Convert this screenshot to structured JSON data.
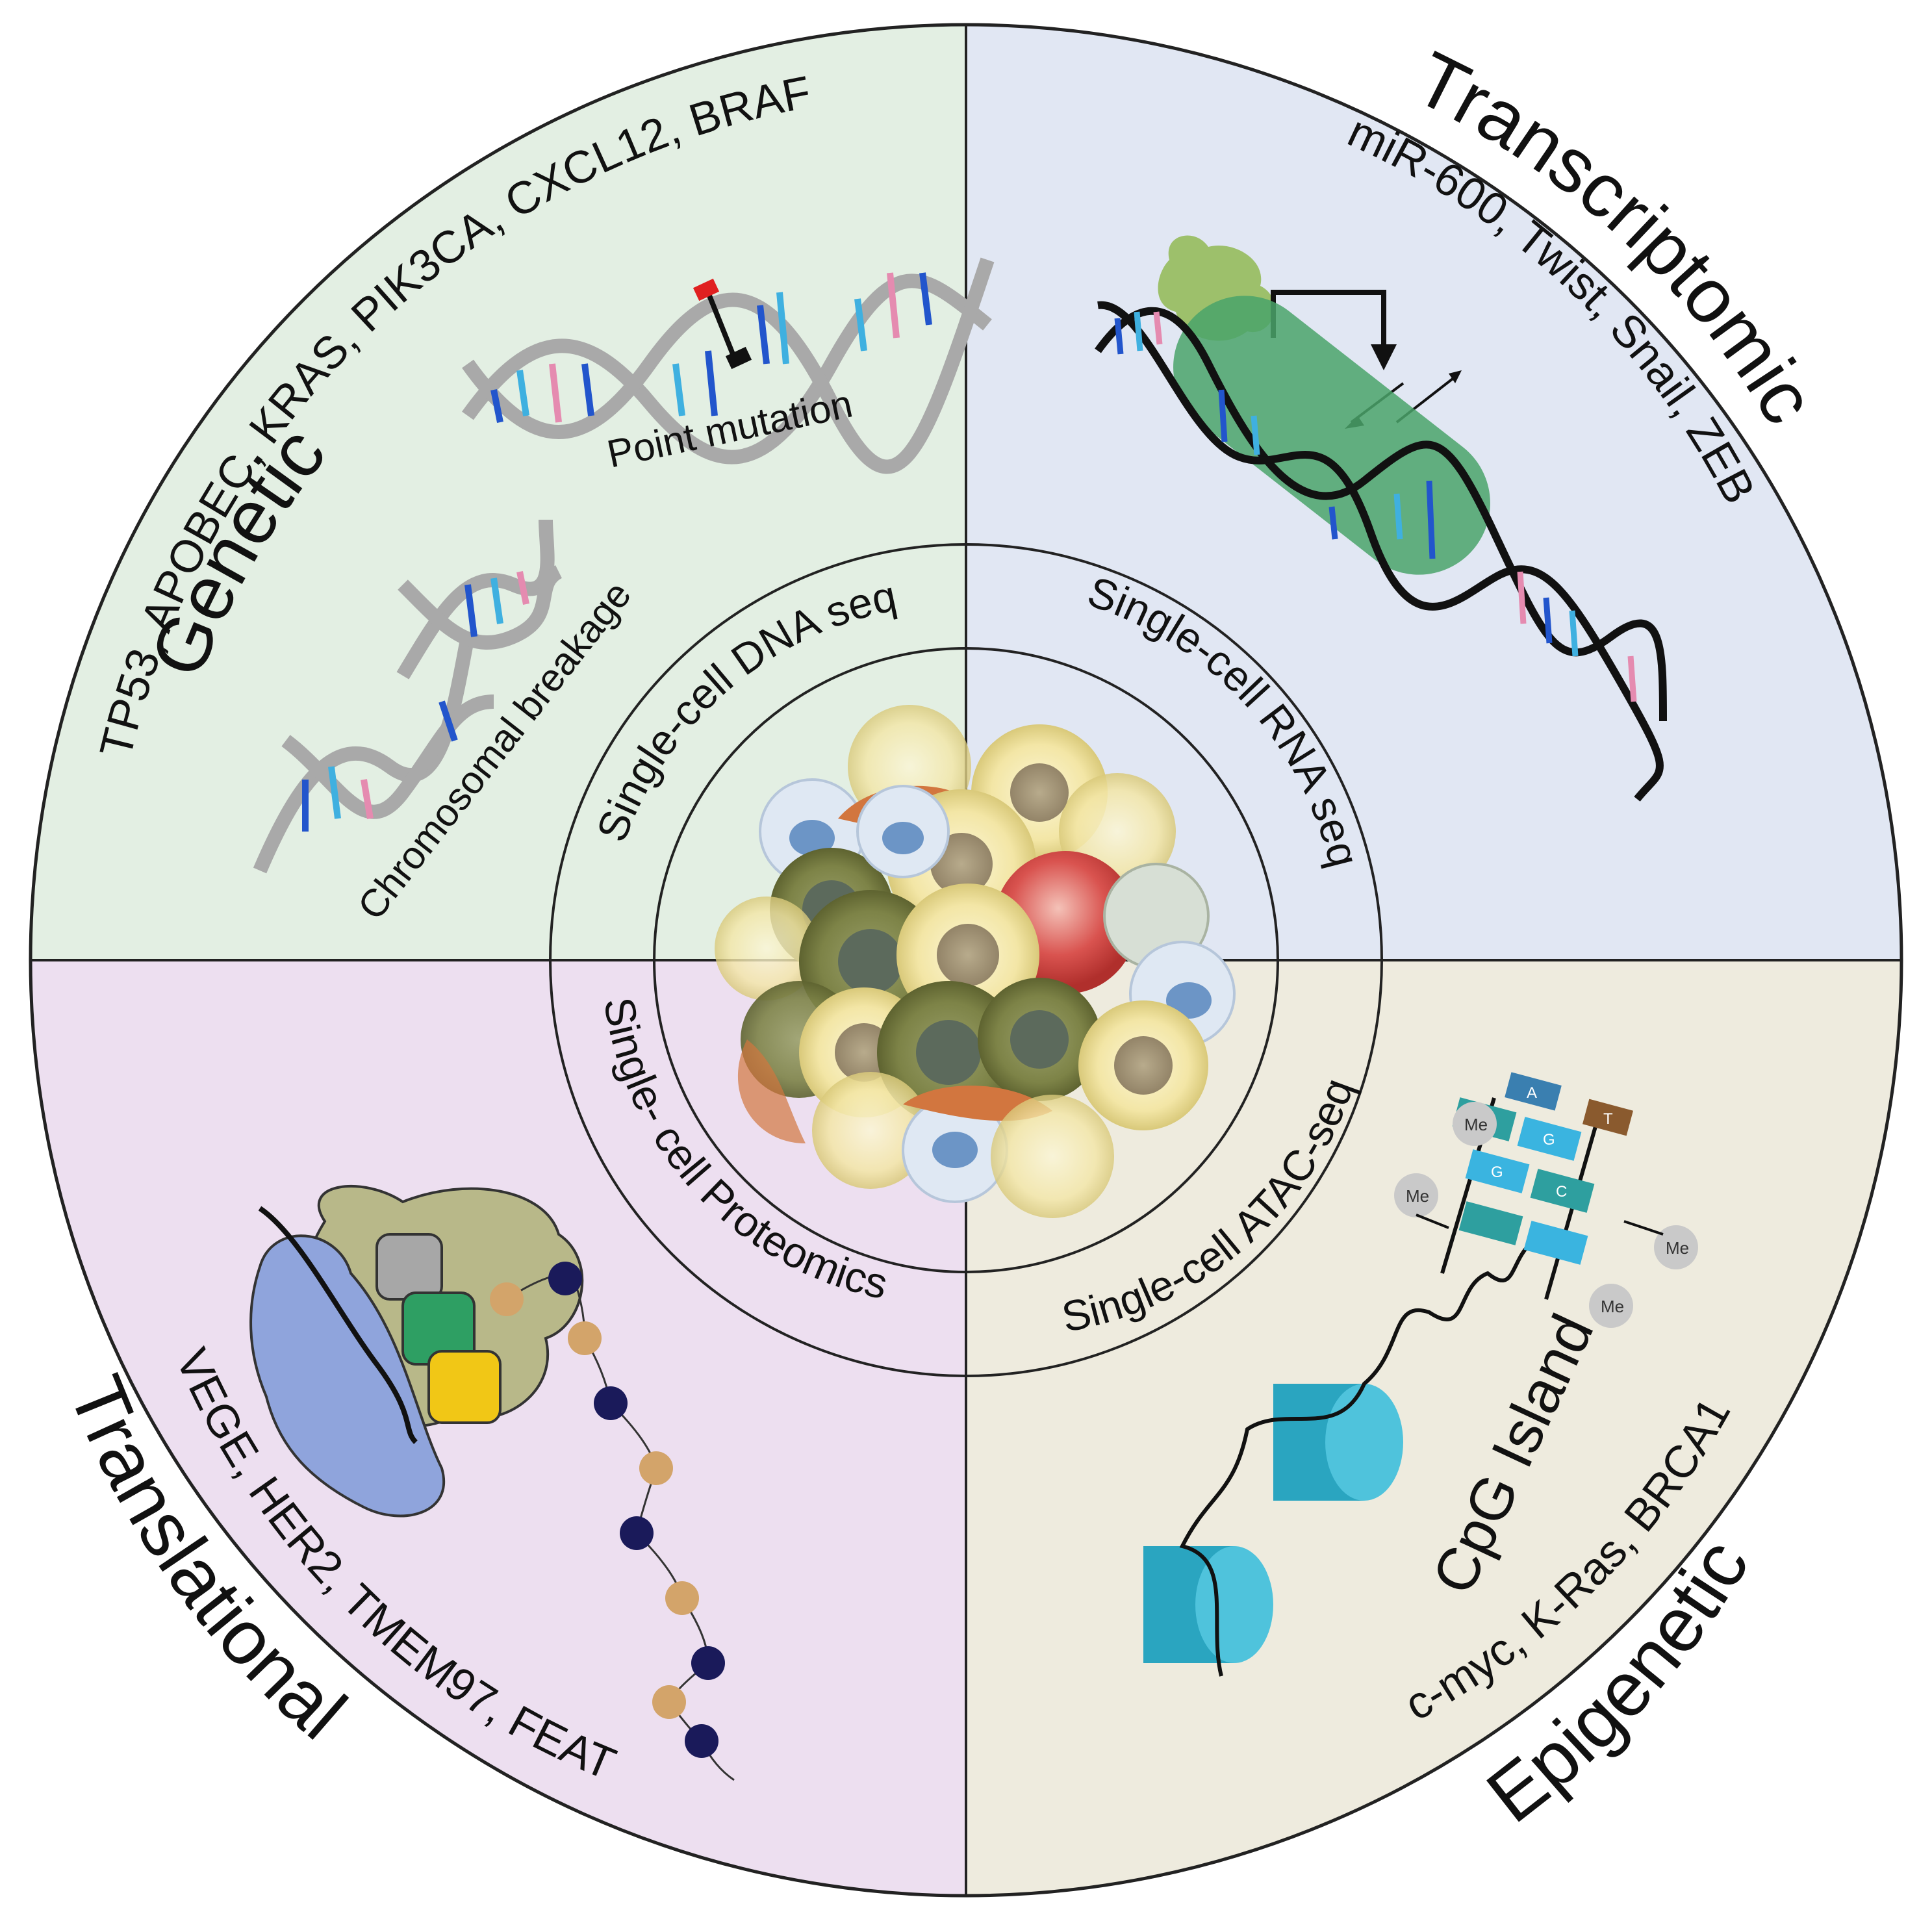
{
  "quadrants": {
    "genetic": {
      "title": "Genetic",
      "genes": "TP53, APOBEC, KRAS, PIK3CA, CXCL12, BRAF",
      "annotations": [
        "Point mutation",
        "Chromosomal breakage"
      ],
      "color": "#e3efe3"
    },
    "transcriptomic": {
      "title": "Transcriptomic",
      "genes": "miR-600, Twist, Snail, ZEB",
      "color": "#e1e7f3"
    },
    "translational": {
      "title": "Translational",
      "genes": "VEGE, HER2, TMEM97, FEAT",
      "color": "#eddff0"
    },
    "epigenetic": {
      "title": "Epigenetic",
      "genes": "c-myc, K-Ras, BRCA1",
      "annotations": [
        "CpG Island"
      ],
      "methyl_label": "Me",
      "base_letters": [
        "C",
        "G",
        "A",
        "T"
      ],
      "color": "#eeebde"
    }
  },
  "ring_labels": [
    "Single-cell DNA seq",
    "Single-cell RNA seq",
    "Single-cell ATAC-seq",
    "Single- cell Proteomics"
  ]
}
